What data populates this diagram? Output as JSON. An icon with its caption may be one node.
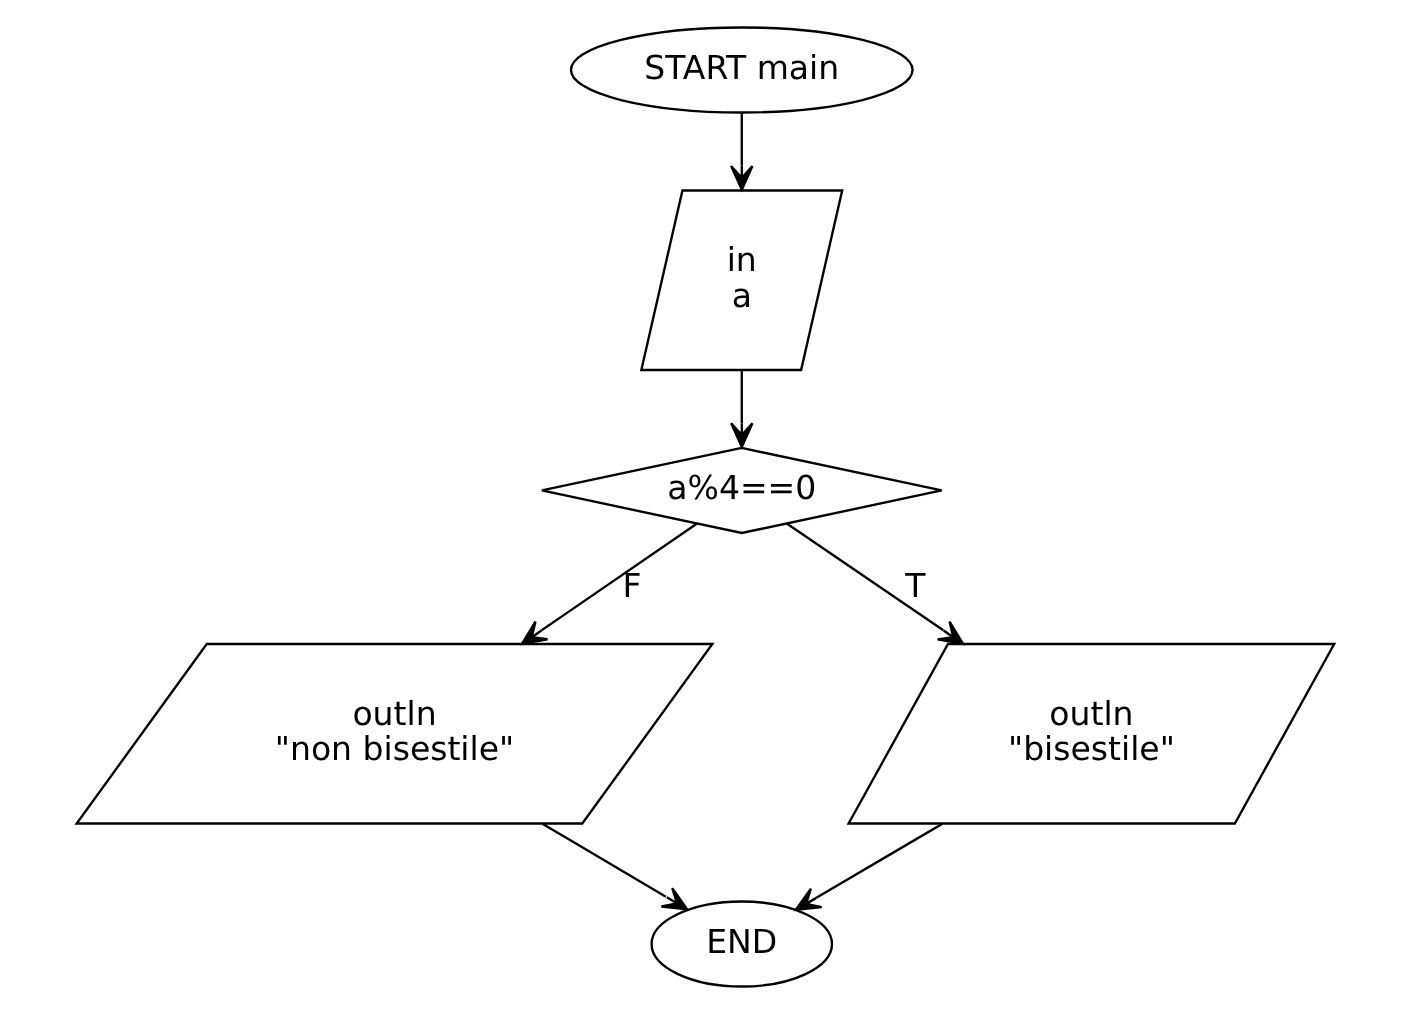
{
  "diagram": {
    "nodes": [
      {
        "text": [
          "START main"
        ]
      },
      {
        "text": [
          "in",
          "a"
        ]
      },
      {
        "text": [
          "a%4==0"
        ]
      },
      {
        "text": [
          "outln",
          "\"non bisestile\""
        ]
      },
      {
        "text": [
          "outln",
          "\"bisestile\""
        ]
      },
      {
        "text": [
          "END"
        ]
      }
    ],
    "edges": [
      {
        "from": 0,
        "to": 1,
        "arrow": "to"
      },
      {
        "from": 1,
        "to": 2,
        "arrow": "to"
      },
      {
        "from": 2,
        "to": 3,
        "label": "F",
        "arrow": "to"
      },
      {
        "from": 2,
        "to": 4,
        "label": "T",
        "arrow": "to"
      },
      {
        "from": 3,
        "to": 5,
        "arrow": "to"
      },
      {
        "from": 4,
        "to": 5,
        "arrow": "to"
      }
    ]
  }
}
